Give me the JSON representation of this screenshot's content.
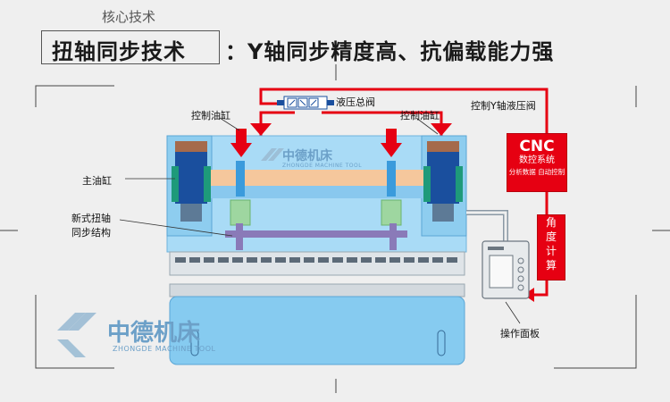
{
  "section_tag": "核心技术",
  "title": {
    "main": "扭轴同步技术",
    "rest": "：Y轴同步精度高、抗偏载能力强"
  },
  "labels": {
    "hydraulic_valve": "液压总阀",
    "control_cylinder_left": "控制油缸",
    "control_cylinder_right": "控制油缸",
    "y_axis_valve": "控制Y轴液压阀",
    "main_cylinder": "主油缸",
    "torsion_sync_line1": "新式扭轴",
    "torsion_sync_line2": "同步结构",
    "operation_panel": "操作面板"
  },
  "cnc": {
    "title": "CNC",
    "subtitle": "数控系统",
    "feature1": "分析数据",
    "feature2": "自动控制"
  },
  "angle_calc": [
    "角",
    "度",
    "计",
    "算"
  ],
  "brand": {
    "cn": "中德机床",
    "en": "ZHONGDE MACHINE TOOL"
  },
  "colors": {
    "accent_red": "#e60012",
    "machine_blue": "#9dd4f5",
    "cylinder_blue": "#1a4f9e",
    "green": "#1e9a7a",
    "brown": "#a56a4b",
    "purple": "#8a7ab8"
  }
}
